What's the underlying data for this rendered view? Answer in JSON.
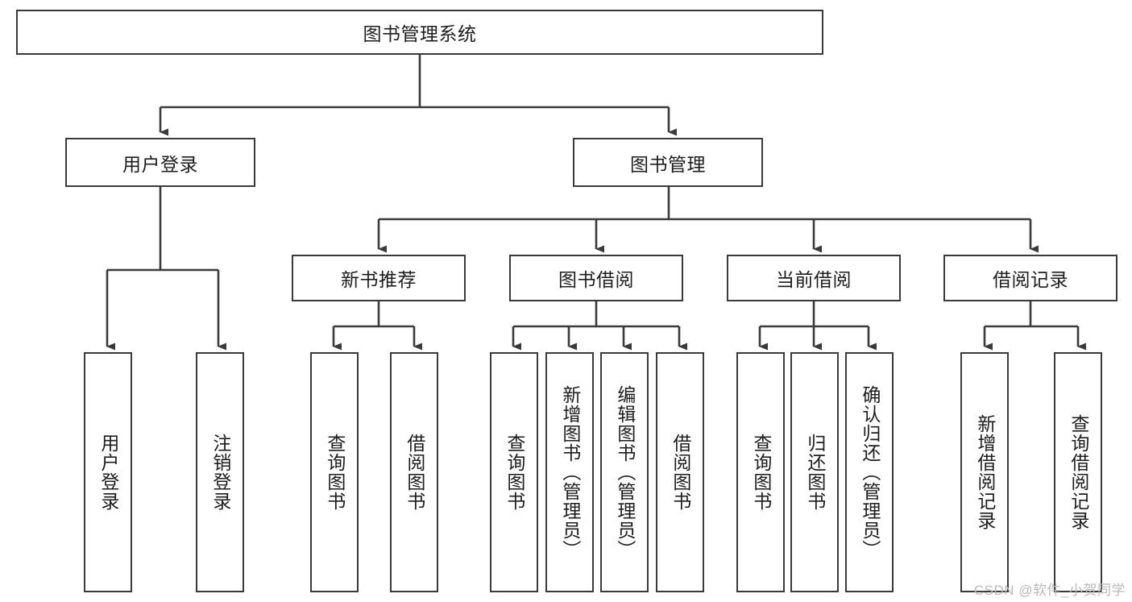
{
  "diagram": {
    "title": "图书管理系统",
    "root": {
      "label": "图书管理系统"
    },
    "level2": [
      {
        "label": "用户登录"
      },
      {
        "label": "图书管理"
      }
    ],
    "level3": [
      {
        "label": "新书推荐"
      },
      {
        "label": "图书借阅"
      },
      {
        "label": "当前借阅"
      },
      {
        "label": "借阅记录"
      }
    ],
    "leaves": [
      {
        "label": "用户登录"
      },
      {
        "label": "注销登录"
      },
      {
        "label": "查询图书"
      },
      {
        "label": "借阅图书"
      },
      {
        "label": "查询图书"
      },
      {
        "label": "新增图书（管理员）"
      },
      {
        "label": "编辑图书（管理员）"
      },
      {
        "label": "借阅图书"
      },
      {
        "label": "查询图书"
      },
      {
        "label": "归还图书"
      },
      {
        "label": "确认归还（管理员）"
      },
      {
        "label": "新增借阅记录"
      },
      {
        "label": "查询借阅记录"
      }
    ]
  },
  "watermark": {
    "text": "CSDN @软件_小贺同学"
  },
  "colors": {
    "stroke": "#3a3a3a",
    "background": "#ffffff",
    "text": "#1d1d1d",
    "watermark": "#b9b9b9"
  }
}
